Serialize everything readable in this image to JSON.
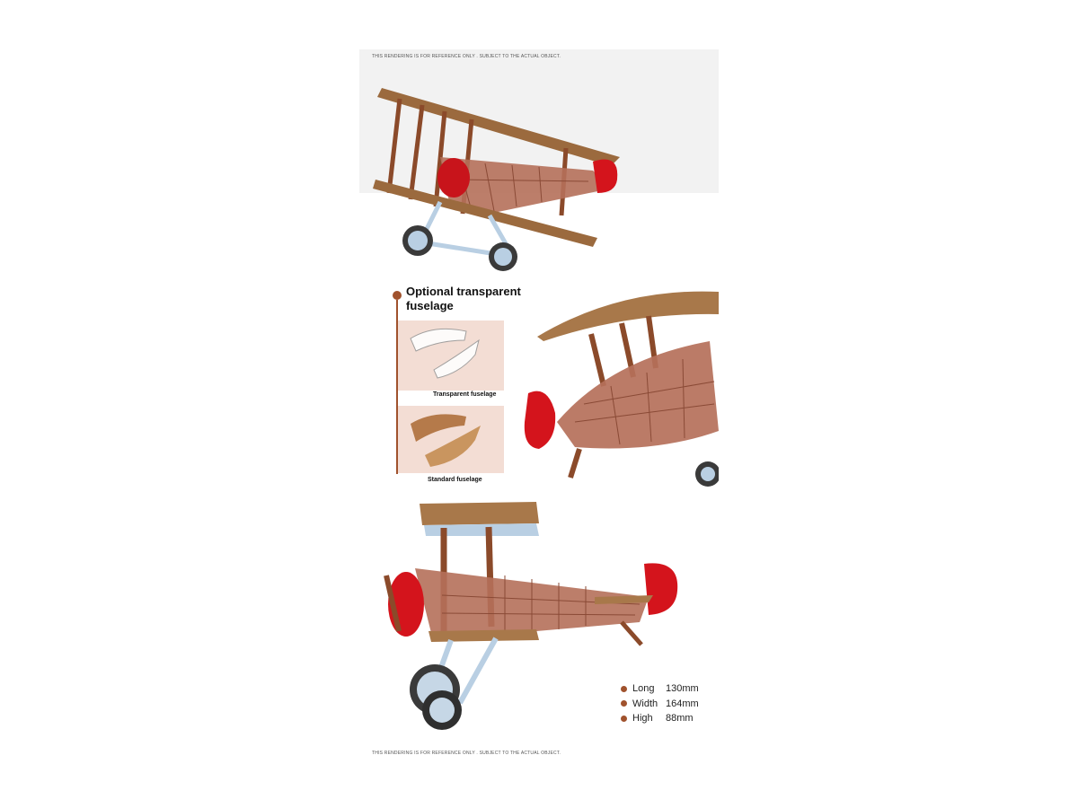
{
  "disclaimer_top": "THIS RENDERING IS FOR REFERENCE ONLY . SUBJECT TO THE ACTUAL OBJECT.",
  "disclaimer_bottom": "THIS RENDERING IS FOR REFERENCE ONLY . SUBJECT TO THE ACTUAL OBJECT.",
  "callout": {
    "title": "Optional transparent fuselage",
    "options": [
      {
        "caption": "Transparent fuselage"
      },
      {
        "caption": "Standard fuselage"
      }
    ]
  },
  "specs": [
    {
      "label": "Long",
      "value": "130mm"
    },
    {
      "label": "Width",
      "value": "164mm"
    },
    {
      "label": "High",
      "value": "88mm"
    }
  ],
  "colors": {
    "wood": "#9b6a3e",
    "red": "#d4141c",
    "light_blue": "#b9cfe3",
    "accent": "#a0522d",
    "swatch_bg": "#f3ddd4"
  }
}
